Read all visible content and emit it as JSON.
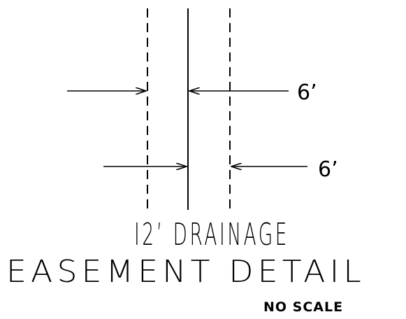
{
  "diagram": {
    "dimensions": [
      {
        "label": "6’"
      },
      {
        "label": "6’"
      }
    ],
    "title_lines": [
      "I2’ DRAINAGE",
      "EASEMENT DETAIL"
    ],
    "scale_note": "NO SCALE",
    "colors": {
      "ink": "#000000",
      "paper": "#ffffff"
    }
  }
}
